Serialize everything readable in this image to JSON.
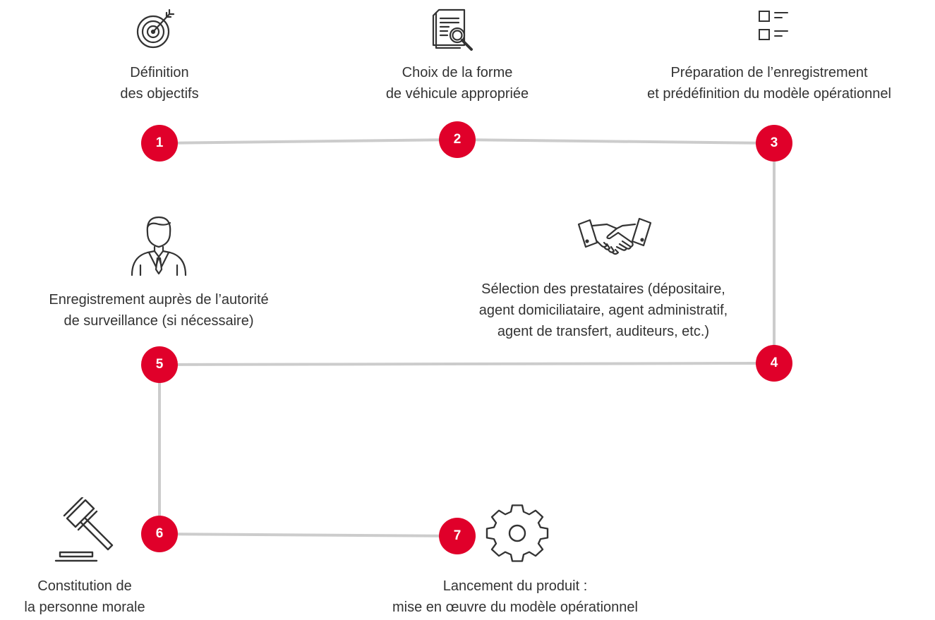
{
  "colors": {
    "accent": "#e0002a",
    "connector": "#cccccc",
    "text": "#333333",
    "icon": "#333333"
  },
  "steps": [
    {
      "number": "1",
      "icon": "target-icon",
      "lines": [
        "Définition",
        "des objectifs"
      ]
    },
    {
      "number": "2",
      "icon": "document-search-icon",
      "lines": [
        "Choix de la forme",
        "de véhicule appropriée"
      ]
    },
    {
      "number": "3",
      "icon": "checklist-icon",
      "lines": [
        "Préparation de l’enregistrement",
        "et prédéfinition du modèle opérationnel"
      ]
    },
    {
      "number": "4",
      "icon": "handshake-icon",
      "lines": [
        "Sélection des prestataires (dépositaire,",
        "agent domiciliataire, agent administratif,",
        "agent de transfert, auditeurs, etc.)"
      ]
    },
    {
      "number": "5",
      "icon": "person-suit-icon",
      "lines": [
        "Enregistrement auprès de l’autorité",
        "de surveillance (si nécessaire)"
      ]
    },
    {
      "number": "6",
      "icon": "gavel-icon",
      "lines": [
        "Constitution de",
        "la personne morale"
      ]
    },
    {
      "number": "7",
      "icon": "gear-icon",
      "lines": [
        "Lancement du produit :",
        "mise en œuvre du modèle opérationnel"
      ]
    }
  ]
}
